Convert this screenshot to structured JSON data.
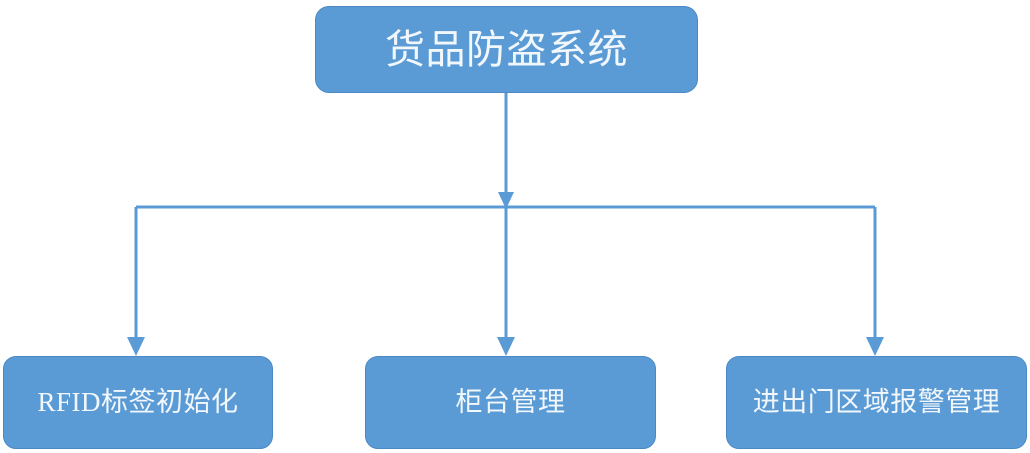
{
  "diagram": {
    "type": "hierarchy-tree",
    "orientation": "top-down",
    "title_node": {
      "id": "root",
      "label": "货品防盗系统"
    },
    "children": [
      {
        "id": "leaf-1",
        "label": "RFID标签初始化"
      },
      {
        "id": "leaf-2",
        "label": "柜台管理"
      },
      {
        "id": "leaf-3",
        "label": "进出门区域报警管理"
      }
    ],
    "colors": {
      "node_fill": "#5b9bd5",
      "node_border": "#4a89c4",
      "node_text": "#f2f7fc",
      "connector": "#5b9bd5",
      "background": "#ffffff"
    }
  }
}
